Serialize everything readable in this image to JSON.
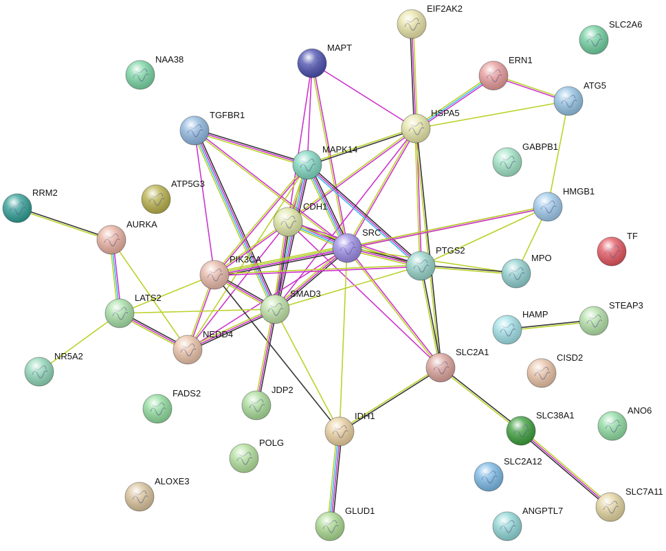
{
  "nodes": [
    {
      "id": "EIF2AK2",
      "label": "EIF2AK2",
      "color": "#e9e3a6"
    },
    {
      "id": "SLC2A6",
      "label": "SLC2A6",
      "color": "#6fcf9f"
    },
    {
      "id": "NAA38",
      "label": "NAA38",
      "color": "#79d5a3"
    },
    {
      "id": "MAPT",
      "label": "MAPT",
      "color": "#4a4fb0"
    },
    {
      "id": "ERN1",
      "label": "ERN1",
      "color": "#e89a9a"
    },
    {
      "id": "ATG5",
      "label": "ATG5",
      "color": "#93c3e3"
    },
    {
      "id": "HSPA5",
      "label": "HSPA5",
      "color": "#e6e6a8"
    },
    {
      "id": "TGFBR1",
      "label": "TGFBR1",
      "color": "#8fb8e0"
    },
    {
      "id": "GABPB1",
      "label": "GABPB1",
      "color": "#9fe3c4"
    },
    {
      "id": "MAPK14",
      "label": "MAPK14",
      "color": "#7fd6c0"
    },
    {
      "id": "ATP5G3",
      "label": "ATP5G3",
      "color": "#b8b04a"
    },
    {
      "id": "RRM2",
      "label": "RRM2",
      "color": "#2f9e95"
    },
    {
      "id": "HMGB1",
      "label": "HMGB1",
      "color": "#9ec9ec"
    },
    {
      "id": "CDH1",
      "label": "CDH1",
      "color": "#dfe6a6"
    },
    {
      "id": "AURKA",
      "label": "AURKA",
      "color": "#e9b0a0"
    },
    {
      "id": "SRC",
      "label": "SRC",
      "color": "#9b8be6"
    },
    {
      "id": "TF",
      "label": "TF",
      "color": "#e4545e"
    },
    {
      "id": "PTGS2",
      "label": "PTGS2",
      "color": "#95d3c8"
    },
    {
      "id": "MPO",
      "label": "MPO",
      "color": "#8fd0cf"
    },
    {
      "id": "PIK3CA",
      "label": "PIK3CA",
      "color": "#e8b9a8"
    },
    {
      "id": "SMAD3",
      "label": "SMAD3",
      "color": "#bfe2a6"
    },
    {
      "id": "LATS2",
      "label": "LATS2",
      "color": "#a6dfa6"
    },
    {
      "id": "STEAP3",
      "label": "STEAP3",
      "color": "#b2e0a6"
    },
    {
      "id": "HAMP",
      "label": "HAMP",
      "color": "#9fe0e6"
    },
    {
      "id": "NEDD4",
      "label": "NEDD4",
      "color": "#ebc2a8"
    },
    {
      "id": "SLC2A1",
      "label": "SLC2A1",
      "color": "#dba29a"
    },
    {
      "id": "CISD2",
      "label": "CISD2",
      "color": "#e9c2a6"
    },
    {
      "id": "NR5A2",
      "label": "NR5A2",
      "color": "#8fd6b8"
    },
    {
      "id": "FADS2",
      "label": "FADS2",
      "color": "#8fdc9c"
    },
    {
      "id": "JDP2",
      "label": "JDP2",
      "color": "#a9dc98"
    },
    {
      "id": "SLC38A1",
      "label": "SLC38A1",
      "color": "#3b9e3b"
    },
    {
      "id": "ANO6",
      "label": "ANO6",
      "color": "#8fdca2"
    },
    {
      "id": "IDH1",
      "label": "IDH1",
      "color": "#e9cf9e"
    },
    {
      "id": "POLG",
      "label": "POLG",
      "color": "#b2e09c"
    },
    {
      "id": "SLC2A12",
      "label": "SLC2A12",
      "color": "#79b9e6"
    },
    {
      "id": "ALOXE3",
      "label": "ALOXE3",
      "color": "#d9c29a"
    },
    {
      "id": "SLC7A11",
      "label": "SLC7A11",
      "color": "#e2d39e"
    },
    {
      "id": "GLUD1",
      "label": "GLUD1",
      "color": "#a9d98f"
    },
    {
      "id": "ANGPTL7",
      "label": "ANGPTL7",
      "color": "#8fd6d6"
    }
  ],
  "edges": [
    {
      "source": "MAPT",
      "target": "MAPK14",
      "colors": [
        "#cc33cc"
      ]
    },
    {
      "source": "MAPT",
      "target": "HSPA5",
      "colors": [
        "#cc33cc"
      ]
    },
    {
      "source": "MAPT",
      "target": "SRC",
      "colors": [
        "#cc33cc",
        "#bbd12a"
      ]
    },
    {
      "source": "MAPT",
      "target": "SMAD3",
      "colors": [
        "#cc33cc"
      ]
    },
    {
      "source": "EIF2AK2",
      "target": "HSPA5",
      "colors": [
        "#bbd12a",
        "#cc33cc",
        "#333333"
      ]
    },
    {
      "source": "ERN1",
      "target": "HSPA5",
      "colors": [
        "#cc33cc",
        "#39b9e6",
        "#bbd12a"
      ]
    },
    {
      "source": "ERN1",
      "target": "ATG5",
      "colors": [
        "#bbd12a",
        "#cc33cc"
      ]
    },
    {
      "source": "ATG5",
      "target": "HSPA5",
      "colors": [
        "#bbd12a"
      ]
    },
    {
      "source": "ATG5",
      "target": "HMGB1",
      "colors": [
        "#bbd12a"
      ]
    },
    {
      "source": "HSPA5",
      "target": "MAPK14",
      "colors": [
        "#333333",
        "#bbd12a"
      ]
    },
    {
      "source": "HSPA5",
      "target": "SRC",
      "colors": [
        "#cc33cc",
        "#bbd12a"
      ]
    },
    {
      "source": "HSPA5",
      "target": "CDH1",
      "colors": [
        "#cc33cc",
        "#bbd12a"
      ]
    },
    {
      "source": "HSPA5",
      "target": "PTGS2",
      "colors": [
        "#cc33cc",
        "#bbd12a"
      ]
    },
    {
      "source": "HSPA5",
      "target": "SLC2A1",
      "colors": [
        "#333333",
        "#bbd12a"
      ]
    },
    {
      "source": "HSPA5",
      "target": "SMAD3",
      "colors": [
        "#cc33cc"
      ]
    },
    {
      "source": "TGFBR1",
      "target": "MAPK14",
      "colors": [
        "#333333",
        "#cc33cc",
        "#bbd12a"
      ]
    },
    {
      "source": "TGFBR1",
      "target": "SRC",
      "colors": [
        "#cc33cc",
        "#bbd12a"
      ]
    },
    {
      "source": "TGFBR1",
      "target": "SMAD3",
      "colors": [
        "#333333",
        "#cc33cc",
        "#39b9e6",
        "#bbd12a"
      ]
    },
    {
      "source": "TGFBR1",
      "target": "PIK3CA",
      "colors": [
        "#cc33cc"
      ]
    },
    {
      "source": "MAPK14",
      "target": "SRC",
      "colors": [
        "#333333",
        "#cc33cc",
        "#39b9e6",
        "#bbd12a"
      ]
    },
    {
      "source": "MAPK14",
      "target": "CDH1",
      "colors": [
        "#cc33cc",
        "#bbd12a"
      ]
    },
    {
      "source": "MAPK14",
      "target": "SMAD3",
      "colors": [
        "#333333",
        "#cc33cc",
        "#39b9e6",
        "#bbd12a"
      ]
    },
    {
      "source": "MAPK14",
      "target": "PTGS2",
      "colors": [
        "#333333",
        "#cc33cc",
        "#39b9e6"
      ]
    },
    {
      "source": "MAPK14",
      "target": "PIK3CA",
      "colors": [
        "#cc33cc",
        "#bbd12a"
      ]
    },
    {
      "source": "MAPK14",
      "target": "NEDD4",
      "colors": [
        "#bbd12a"
      ]
    },
    {
      "source": "CDH1",
      "target": "SRC",
      "colors": [
        "#333333",
        "#cc33cc",
        "#39b9e6",
        "#bbd12a"
      ]
    },
    {
      "source": "CDH1",
      "target": "SMAD3",
      "colors": [
        "#333333",
        "#cc33cc",
        "#bbd12a"
      ]
    },
    {
      "source": "CDH1",
      "target": "PIK3CA",
      "colors": [
        "#cc33cc",
        "#bbd12a"
      ]
    },
    {
      "source": "CDH1",
      "target": "PTGS2",
      "colors": [
        "#cc33cc",
        "#bbd12a"
      ]
    },
    {
      "source": "CDH1",
      "target": "NEDD4",
      "colors": [
        "#cc33cc"
      ]
    },
    {
      "source": "CDH1",
      "target": "SLC2A1",
      "colors": [
        "#cc33cc"
      ]
    },
    {
      "source": "SRC",
      "target": "PIK3CA",
      "colors": [
        "#333333",
        "#cc33cc",
        "#39b9e6",
        "#bbd12a"
      ]
    },
    {
      "source": "SRC",
      "target": "PTGS2",
      "colors": [
        "#333333",
        "#cc33cc",
        "#bbd12a"
      ]
    },
    {
      "source": "SRC",
      "target": "SMAD3",
      "colors": [
        "#333333",
        "#cc33cc",
        "#bbd12a"
      ]
    },
    {
      "source": "SRC",
      "target": "HMGB1",
      "colors": [
        "#cc33cc",
        "#bbd12a"
      ]
    },
    {
      "source": "SRC",
      "target": "SLC2A1",
      "colors": [
        "#cc33cc",
        "#bbd12a"
      ]
    },
    {
      "source": "SRC",
      "target": "NEDD4",
      "colors": [
        "#cc33cc"
      ]
    },
    {
      "source": "SRC",
      "target": "IDH1",
      "colors": [
        "#bbd12a"
      ]
    },
    {
      "source": "SRC",
      "target": "MPO",
      "colors": [
        "#bbd12a"
      ]
    },
    {
      "source": "PTGS2",
      "target": "MPO",
      "colors": [
        "#333333",
        "#bbd12a"
      ]
    },
    {
      "source": "PTGS2",
      "target": "PIK3CA",
      "colors": [
        "#cc33cc",
        "#bbd12a"
      ]
    },
    {
      "source": "PTGS2",
      "target": "SMAD3",
      "colors": [
        "#bbd12a"
      ]
    },
    {
      "source": "PTGS2",
      "target": "SLC2A1",
      "colors": [
        "#333333",
        "#bbd12a"
      ]
    },
    {
      "source": "PTGS2",
      "target": "HMGB1",
      "colors": [
        "#bbd12a"
      ]
    },
    {
      "source": "HMGB1",
      "target": "PIK3CA",
      "colors": [
        "#cc33cc",
        "#bbd12a"
      ]
    },
    {
      "source": "HMGB1",
      "target": "MPO",
      "colors": [
        "#bbd12a"
      ]
    },
    {
      "source": "PIK3CA",
      "target": "SMAD3",
      "colors": [
        "#333333",
        "#cc33cc",
        "#bbd12a"
      ]
    },
    {
      "source": "PIK3CA",
      "target": "NEDD4",
      "colors": [
        "#cc33cc",
        "#bbd12a"
      ]
    },
    {
      "source": "PIK3CA",
      "target": "IDH1",
      "colors": [
        "#333333"
      ]
    },
    {
      "source": "PIK3CA",
      "target": "LATS2",
      "colors": [
        "#bbd12a"
      ]
    },
    {
      "source": "SMAD3",
      "target": "NEDD4",
      "colors": [
        "#333333",
        "#cc33cc",
        "#bbd12a"
      ]
    },
    {
      "source": "SMAD3",
      "target": "JDP2",
      "colors": [
        "#333333",
        "#cc33cc",
        "#bbd12a"
      ]
    },
    {
      "source": "SMAD3",
      "target": "IDH1",
      "colors": [
        "#bbd12a"
      ]
    },
    {
      "source": "SMAD3",
      "target": "LATS2",
      "colors": [
        "#bbd12a"
      ]
    },
    {
      "source": "RRM2",
      "target": "AURKA",
      "colors": [
        "#333333",
        "#bbd12a"
      ]
    },
    {
      "source": "AURKA",
      "target": "LATS2",
      "colors": [
        "#cc33cc",
        "#39b9e6",
        "#bbd12a"
      ]
    },
    {
      "source": "AURKA",
      "target": "NEDD4",
      "colors": [
        "#bbd12a"
      ]
    },
    {
      "source": "LATS2",
      "target": "NEDD4",
      "colors": [
        "#333333",
        "#cc33cc",
        "#bbd12a"
      ]
    },
    {
      "source": "LATS2",
      "target": "NR5A2",
      "colors": [
        "#bbd12a"
      ]
    },
    {
      "source": "SLC2A1",
      "target": "IDH1",
      "colors": [
        "#333333",
        "#bbd12a"
      ]
    },
    {
      "source": "SLC2A1",
      "target": "SLC38A1",
      "colors": [
        "#333333",
        "#bbd12a"
      ]
    },
    {
      "source": "SLC38A1",
      "target": "SLC7A11",
      "colors": [
        "#bbd12a",
        "#cc33cc",
        "#333333"
      ]
    },
    {
      "source": "IDH1",
      "target": "GLUD1",
      "colors": [
        "#333333",
        "#cc33cc",
        "#39b9e6",
        "#bbd12a"
      ]
    },
    {
      "source": "HAMP",
      "target": "STEAP3",
      "colors": [
        "#333333",
        "#bbd12a"
      ]
    }
  ]
}
